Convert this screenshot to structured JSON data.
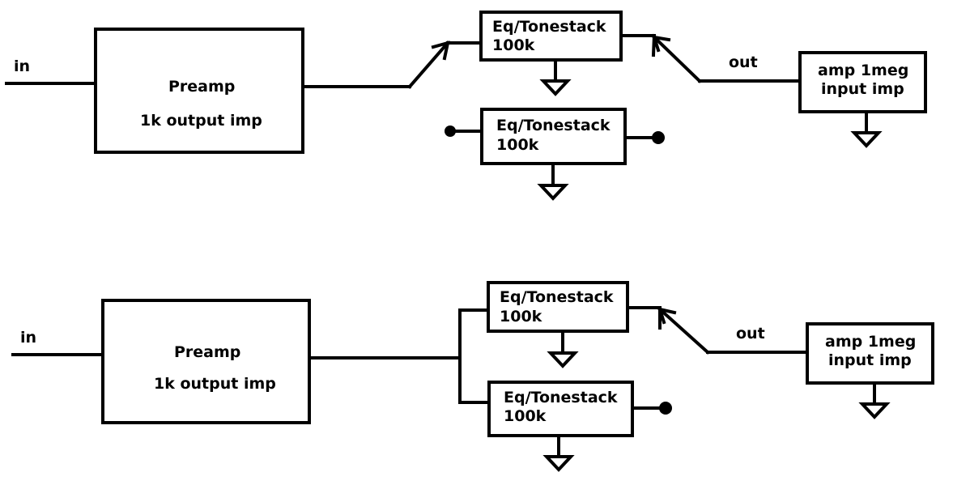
{
  "diagram1": {
    "in_label": "in",
    "out_label": "out",
    "preamp": {
      "line1": "Preamp",
      "line2": "1k output imp"
    },
    "eq_top": {
      "line1": "Eq/Tonestack",
      "line2": "100k"
    },
    "eq_bottom": {
      "line1": "Eq/Tonestack",
      "line2": "100k"
    },
    "amp": {
      "line1": "amp 1meg",
      "line2": "input imp"
    }
  },
  "diagram2": {
    "in_label": "in",
    "out_label": "out",
    "preamp": {
      "line1": "Preamp",
      "line2": "1k output imp"
    },
    "eq_top": {
      "line1": "Eq/Tonestack",
      "line2": "100k"
    },
    "eq_bottom": {
      "line1": "Eq/Tonestack",
      "line2": "100k"
    },
    "amp": {
      "line1": "amp 1meg",
      "line2": "input imp"
    }
  }
}
